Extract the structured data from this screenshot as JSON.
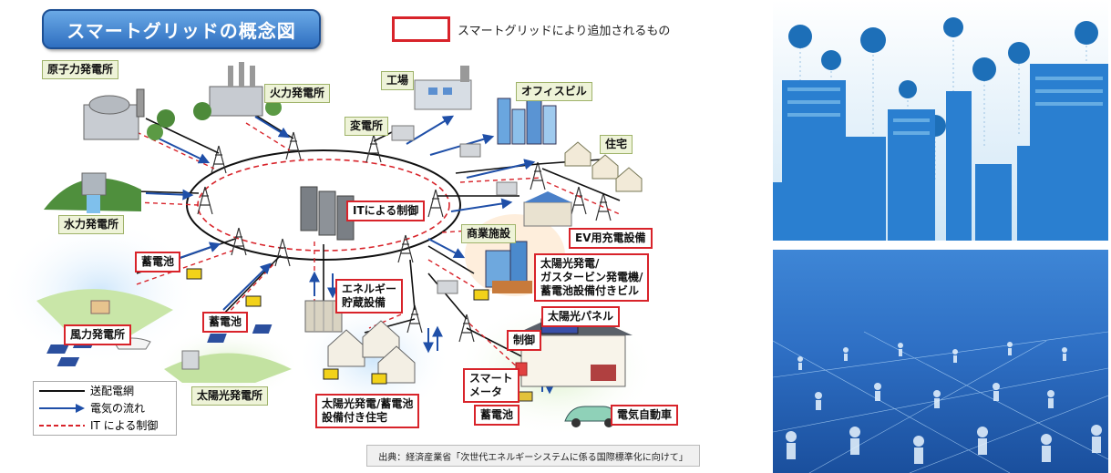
{
  "diagram": {
    "title": "スマートグリッドの概念図",
    "legend_top": "スマートグリッドにより追加されるもの",
    "labels": {
      "nuclear": "原子力発電所",
      "thermal": "火力発電所",
      "factory": "工場",
      "office": "オフィスビル",
      "substation": "変電所",
      "house": "住宅",
      "hydro": "水力発電所",
      "it_control": "ITによる制御",
      "commercial": "商業施設",
      "ev_charging": "EV用充電設備",
      "battery1": "蓄電池",
      "energy_storage_1": "エネルギー",
      "energy_storage_2": "貯蔵設備",
      "building_1": "太陽光発電/",
      "building_2": "ガスタービン発電機/",
      "building_3": "蓄電池設備付きビル",
      "wind": "風力発電所",
      "battery2": "蓄電池",
      "solar_panel": "太陽光パネル",
      "control": "制御",
      "smart_meter_1": "スマート",
      "smart_meter_2": "メータ",
      "solar_plant": "太陽光発電所",
      "solar_house_1": "太陽光発電/蓄電池",
      "solar_house_2": "設備付き住宅",
      "battery3": "蓄電池",
      "ev": "電気自動車"
    },
    "legend_bottom": [
      "送配電網",
      "電気の流れ",
      "IT による制御"
    ],
    "source": "出典：経済産業省「次世代エネルギーシステムに係る国際標準化に向けて」"
  },
  "colors": {
    "grid_line": "#111111",
    "flow_arrow": "#1f4fa8",
    "it_line": "#d8232a",
    "title_bg": "#3b7fd0"
  }
}
